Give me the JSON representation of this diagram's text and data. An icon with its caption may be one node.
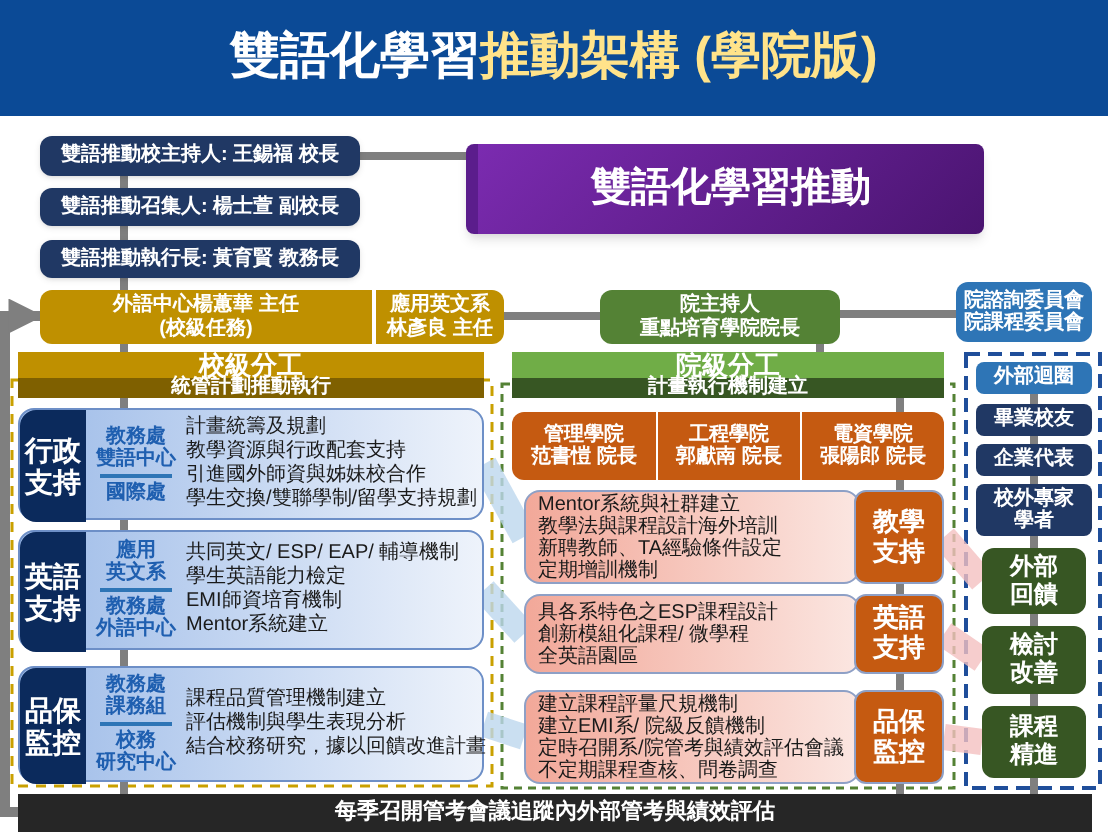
{
  "diagram": {
    "title": "雙語化學習**推動架構 (學院版)**",
    "nodes": [
      {
        "text": [
          "雙語推動校主持人: 王錫福 校長"
        ]
      },
      {
        "text": [
          "雙語推動召集人: 楊士萱 副校長"
        ]
      },
      {
        "text": [
          "雙語推動執行長: 黃育賢 教務長"
        ]
      },
      {
        "text": [
          "雙語化學習推動"
        ]
      },
      {
        "text": [
          "外語中心楊蕙華 主任",
          "(校級任務)"
        ]
      },
      {
        "text": [
          "應用英文系",
          "林彥良 主任"
        ]
      },
      {
        "text": [
          "院主持人",
          "重點培育學院院長"
        ]
      },
      {
        "text": [
          "院諮詢委員會",
          "院課程委員會"
        ]
      },
      {
        "text": [
          "校級分工",
          "統管計劃推動執行"
        ]
      },
      {
        "text": [
          "院級分工",
          "計畫執行機制建立"
        ]
      },
      {
        "text": [
          "教務處",
          "雙語中心",
          "國際處",
          "計畫統籌及規劃",
          "教學資源與行政配套支持",
          "引進國外師資與姊妹校合作",
          "學生交換/雙聯學制/留學支持規劃"
        ]
      },
      {
        "text": [
          "行政支持"
        ],
        "in": 10
      },
      {
        "text": [
          "應用",
          "英文系",
          "教務處",
          "外語中心",
          "共同英文/ ESP/ EAP/ 輔導機制",
          "學生英語能力檢定",
          "EMI師資培育機制",
          "Mentor系統建立"
        ]
      },
      {
        "text": [
          "英語支持"
        ],
        "in": 12
      },
      {
        "text": [
          "教務處",
          "課務組",
          "校務",
          "研究中心",
          "課程品質管理機制建立",
          "評估機制與學生表現分析",
          "結合校務研究，據以回饋改進計畫"
        ]
      },
      {
        "text": [
          "品保監控"
        ],
        "in": 14
      },
      {
        "text": [
          "管理學院",
          "范書愷 院長"
        ]
      },
      {
        "text": [
          "工程學院",
          "郭獻南 院長"
        ]
      },
      {
        "text": [
          "電資學院",
          "張陽郎 院長"
        ]
      },
      {
        "text": [
          "Mentor系統與社群建立",
          "教學法與課程設計海外培訓",
          "新聘教師、TA經驗條件設定",
          "定期增訓機制"
        ]
      },
      {
        "text": [
          "教學支持"
        ]
      },
      {
        "text": [
          "具各系特色之ESP課程設計",
          "創新模組化課程/ 微學程",
          "全英語園區"
        ]
      },
      {
        "text": [
          "英語支持"
        ]
      },
      {
        "text": [
          "建立課程評量尺規機制",
          "建立EMI系/ 院級反饋機制",
          "定時召開系/院管考與績效評估會議",
          "不定期課程查核、問卷調查"
        ]
      },
      {
        "text": [
          "品保監控"
        ]
      },
      {
        "text": [
          "外部迴圈"
        ]
      },
      {
        "text": [
          "畢業校友"
        ]
      },
      {
        "text": [
          "企業代表"
        ]
      },
      {
        "text": [
          "校外專家學者"
        ]
      },
      {
        "text": [
          "外部回饋"
        ]
      },
      {
        "text": [
          "檢討改善"
        ]
      },
      {
        "text": [
          "課程精進"
        ]
      },
      {
        "text": [
          "每季召開管考會議追蹤內外部管考與績效評估"
        ]
      }
    ],
    "edges": [
      {
        "from": 0,
        "to": 1,
        "arrow": "none"
      },
      {
        "from": 1,
        "to": 2,
        "arrow": "none"
      },
      {
        "from": 2,
        "to": 4,
        "arrow": "none"
      },
      {
        "from": 0,
        "to": 3,
        "arrow": "none"
      },
      {
        "from": 5,
        "to": 6,
        "arrow": "none"
      },
      {
        "from": 6,
        "to": 7,
        "arrow": "none"
      },
      {
        "from": 4,
        "to": 8,
        "arrow": "none"
      },
      {
        "from": 8,
        "to": 10,
        "arrow": "none"
      },
      {
        "from": 10,
        "to": 12,
        "arrow": "none"
      },
      {
        "from": 12,
        "to": 14,
        "arrow": "none"
      },
      {
        "from": 14,
        "to": 32,
        "arrow": "none"
      },
      {
        "from": 6,
        "to": 9,
        "arrow": "none"
      },
      {
        "from": 9,
        "to": 18,
        "arrow": "none"
      },
      {
        "from": 18,
        "to": 20,
        "arrow": "none"
      },
      {
        "from": 20,
        "to": 22,
        "arrow": "none"
      },
      {
        "from": 22,
        "to": 24,
        "arrow": "none"
      },
      {
        "from": 24,
        "to": 32,
        "arrow": "none"
      },
      {
        "from": 25,
        "to": 26,
        "arrow": "none"
      },
      {
        "from": 26,
        "to": 27,
        "arrow": "none"
      },
      {
        "from": 27,
        "to": 28,
        "arrow": "none"
      },
      {
        "from": 28,
        "to": 29,
        "arrow": "none"
      },
      {
        "from": 29,
        "to": 30,
        "arrow": "none"
      },
      {
        "from": 30,
        "to": 31,
        "arrow": "none"
      },
      {
        "from": 31,
        "to": 32,
        "arrow": "none"
      },
      {
        "from": 32,
        "to": 4,
        "arrow": "to"
      },
      {
        "from": 10,
        "to": 19,
        "arrow": "none",
        "style": "thick",
        "color": "#bdd7ee"
      },
      {
        "from": 12,
        "to": 21,
        "arrow": "none",
        "style": "thick",
        "color": "#bdd7ee"
      },
      {
        "from": 14,
        "to": 23,
        "arrow": "none",
        "style": "thick",
        "color": "#bdd7ee"
      },
      {
        "from": 20,
        "to": 29,
        "arrow": "none",
        "style": "thick",
        "color": "#f4c0c0"
      },
      {
        "from": 22,
        "to": 30,
        "arrow": "none",
        "style": "thick",
        "color": "#f4c0c0"
      },
      {
        "from": 24,
        "to": 31,
        "arrow": "none",
        "style": "thick",
        "color": "#f4c0c0"
      }
    ]
  }
}
